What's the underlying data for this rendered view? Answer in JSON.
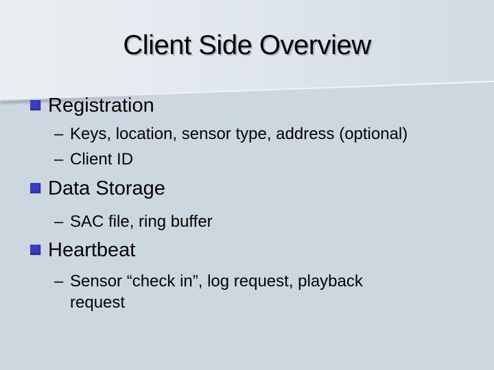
{
  "slide": {
    "title": "Client Side Overview",
    "sub_marker": "–",
    "bullets": [
      {
        "label": "Registration",
        "subs": [
          {
            "lines": [
              "Keys, location, sensor type, address (optional)"
            ]
          },
          {
            "lines": [
              "Client ID"
            ]
          }
        ]
      },
      {
        "label": "Data Storage",
        "subs": [
          {
            "lines": [
              "SAC file, ring buffer"
            ]
          }
        ]
      },
      {
        "label": "Heartbeat",
        "subs": [
          {
            "lines": [
              "Sensor “check in”, log request, playback",
              "request"
            ]
          }
        ]
      }
    ]
  },
  "colors": {
    "bullet_square": "#3a3cc6",
    "text": "#000000",
    "background_upper": "#eaeef2",
    "background_lower": "#cdd7e0"
  }
}
